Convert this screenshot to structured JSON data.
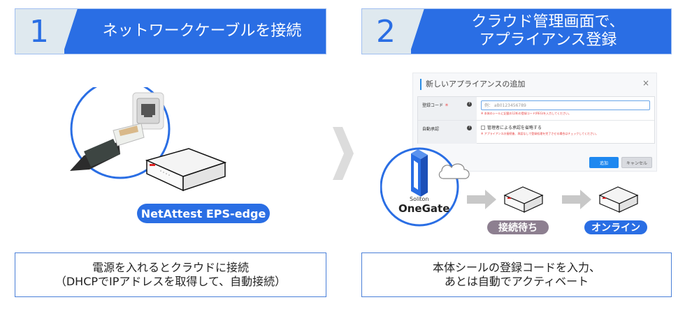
{
  "steps": [
    {
      "number": "1",
      "title_lines": [
        "ネットワークケーブルを接続"
      ],
      "description_lines": [
        "電源を入れるとクラウドに接続",
        "（DHCPでIPアドレスを取得して、自動接続）"
      ],
      "product_label": "NetAttest EPS-edge"
    },
    {
      "number": "2",
      "title_lines": [
        "クラウド管理画面で、",
        "アプライアンス登録"
      ],
      "description_lines": [
        "本体シールの登録コードを入力、",
        "あとは自動でアクティベート"
      ],
      "cloud_service": {
        "brand_small": "Soliton",
        "brand_large": "OneGate"
      },
      "statuses": [
        {
          "label": "接続待ち",
          "color": "#8d7f90"
        },
        {
          "label": "オンライン",
          "color": "#2a6ee4"
        }
      ]
    }
  ],
  "dialog": {
    "title": "新しいアプライアンスの追加",
    "close_icon": "×",
    "fields": [
      {
        "label": "登録コード",
        "required_mark": "＊",
        "placeholder": "例： aB0123456789",
        "note": "※ 本体のシールに記載の12桁の登録コード(REG)を入力してください。"
      },
      {
        "label": "自動承認",
        "checkbox_label": "管理者による承認を省略する",
        "note": "※ アプライアンスの接続後、承認なしで登録処理を完了させる場合はチェックしてください。"
      }
    ],
    "buttons": {
      "add": "追加",
      "cancel": "キャンセル"
    }
  },
  "colors": {
    "accent_blue": "#2a6ee4",
    "number_bg": "#dfe9ef",
    "waiting_gray": "#8d7f90",
    "chevron_gray": "#dcdcdc"
  }
}
